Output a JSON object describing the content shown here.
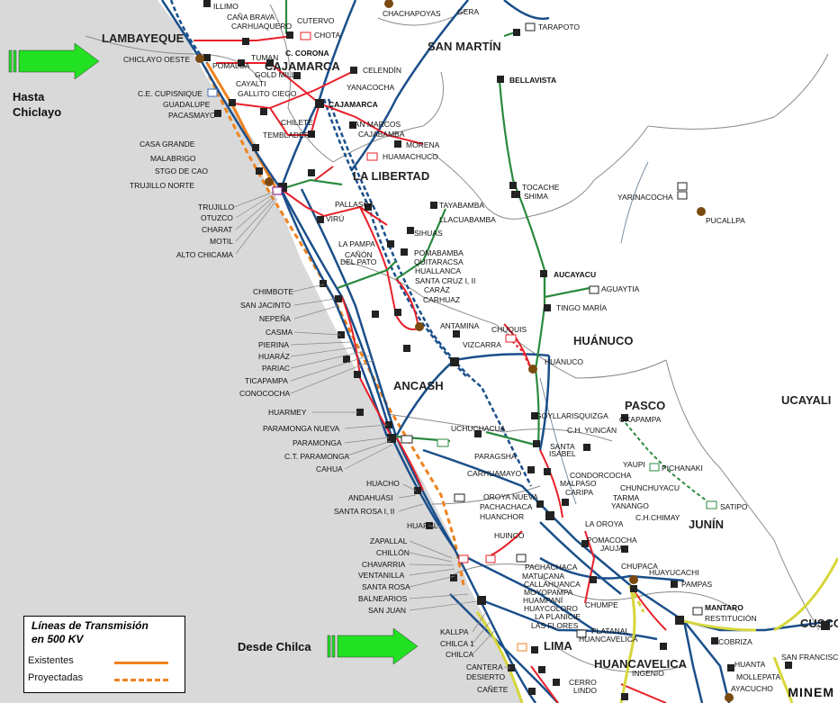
{
  "legend": {
    "title_line1": "Líneas de Transmisión",
    "title_line2": "en 500 KV",
    "existing": "Existentes",
    "projected": "Proyectadas"
  },
  "arrows": {
    "to_chiclayo_1": "Hasta",
    "to_chiclayo_2": "Chiclayo",
    "from_chilca": "Desde Chilca"
  },
  "credit": "MINEM",
  "colors": {
    "existing_500kv": "#f0821e",
    "line_blue": "#1a4f8a",
    "line_red": "#e8202a",
    "line_green": "#2b8a3e",
    "line_yellow": "#d6d63a",
    "arrow_green": "#22e022",
    "land": "#ffffff",
    "sea": "#d8d8d8"
  },
  "regions": [
    "LAMBAYEQUE",
    "CAJAMARCA",
    "SAN MARTÍN",
    "LA LIBERTAD",
    "HUÁNUCO",
    "ANCASH",
    "UCAYALI",
    "PASCO",
    "JUNÍN",
    "LIMA",
    "HUANCAVELICA",
    "CUSCO"
  ],
  "labels": {
    "illimo": "ILLIMO",
    "cana_brava": "CAÑA BRAVA",
    "carhuaquero": "CARHUAQUERO",
    "cutervo": "CUTERVO",
    "chota": "CHOTA",
    "chachapoyas": "CHACHAPOYAS",
    "gera": "GERA",
    "tarapoto": "TARAPOTO",
    "chiclayo_oeste": "CHICLAYO OESTE",
    "tuman": "TUMAN",
    "c_corona": "C. CORONA",
    "pomalca": "POMALCA",
    "cayalti": "CAYALTI",
    "gold_mill": "GOLD MILL",
    "celendin": "CELENDÍN",
    "bellavista": "BELLAVISTA",
    "ce_cupisnique": "C.E. CUPISNIQUE",
    "gallito_ciego": "GALLITO CIEGO",
    "yanacocha": "YANACOCHA",
    "guadalupe": "GUADALUPE",
    "cajamarca": "CAJAMARCA",
    "pacasmayo": "PACASMAYO",
    "chilete": "CHILETE",
    "san_marcos": "SAN MARCOS",
    "tembladera": "TEMBLADERA",
    "cajabamba": "CAJABAMBA",
    "casa_grande": "CASA GRANDE",
    "morena": "MORENA",
    "huamachuco": "HUAMACHUCO",
    "malabrigo": "MALABRIGO",
    "stgo_de_cao": "STGO DE CAO",
    "trujillo_norte": "TRUJILLO NORTE",
    "tocache": "TOCACHE",
    "shima": "SHIMA",
    "yarinacocha": "YARINACOCHA",
    "trujillo": "TRUJILLO",
    "otuzco": "OTUZCO",
    "charat": "CHARAT",
    "motil": "MOTIL",
    "alto_chicama": "ALTO CHICAMA",
    "pallasca": "PALLASCA",
    "viru": "VIRÚ",
    "tayabamba": "TAYABAMBA",
    "llacuabamba": "LLACUABAMBA",
    "pucallpa": "PUCALLPA",
    "sihuas": "SIHUAS",
    "la_pampa": "LA PAMPA",
    "canon_del_pato_1": "CAÑÓN",
    "canon_del_pato_2": "DEL PATO",
    "pomabamba": "POMABAMBA",
    "quitaracsa": "QUITARACSA",
    "huallanca": "HUALLANCA",
    "santa_cruz": "SANTA CRUZ I, II",
    "caraz": "CARÁZ",
    "carhuaz": "CARHUAZ",
    "aucayacu": "AUCAYACU",
    "aguaytia": "AGUAYTIA",
    "tingo_maria": "TINGO MARÍA",
    "chimbote": "CHIMBOTE",
    "san_jacinto": "SAN JACINTO",
    "nepena": "NEPEÑA",
    "casma": "CASMA",
    "pierina": "PIERINA",
    "huaraz": "HUARÁZ",
    "pariac": "PARIAC",
    "ticapampa": "TICAPAMPA",
    "conococha": "CONOCOCHA",
    "antamina": "ANTAMINA",
    "chuquis": "CHUQUIS",
    "vizcarra": "VIZCARRA",
    "huanuco": "HUÁNUCO",
    "huarmey": "HUARMEY",
    "paramonga_nueva": "PARAMONGA NUEVA",
    "paramonga": "PARAMONGA",
    "ct_paramonga": "C.T. PARAMONGA",
    "cahua": "CAHUA",
    "goyllarisquizga": "GOYLLARISQUIZGA",
    "oxapampa": "OXAPAMPA",
    "uchuchacua": "UCHUCHACUA",
    "ch_yuncan": "C.H. YUNCÁN",
    "santa_isabel_1": "SANTA",
    "santa_isabel_2": "ISABEL",
    "paragsha": "PARAGSHA",
    "yaupi": "YAUPI",
    "pichanaki": "PICHANAKI",
    "carhuamayo": "CARHUAMAYO",
    "condorcocha": "CONDORCOCHA",
    "malpaso": "MALPASO",
    "chunchuyacu": "CHUNCHUYACU",
    "caripa": "CARIPA",
    "tarma": "TARMA",
    "yanango": "YANANGO",
    "satipo": "SATIPO",
    "huacho": "HUACHO",
    "andahuasi": "ANDAHUÁSI",
    "santa_rosa_1": "SANTA ROSA I, II",
    "oroya_nueva": "OROYA NUEVA",
    "pachachaca": "PACHACHACA",
    "huanchor": "HUANCHOR",
    "la_oroya": "LA OROYA",
    "ch_chimay": "C.H.CHIMAY",
    "huaral": "HUARAL",
    "huinco": "HUINCO",
    "pomacocha": "POMACOCHA",
    "jauja": "JAUJA",
    "zapallal": "ZAPALLAL",
    "chillon": "CHILLÓN",
    "chavarria": "CHAVARRIA",
    "ventanilla": "VENTANILLA",
    "santa_rosa": "SANTA ROSA",
    "balnearios": "BALNEARIOS",
    "san_juan": "SAN JUAN",
    "pachacha2": "PACHACHACA",
    "matucana": "MATUCANA",
    "callahuanca": "CALLAHUANCA",
    "moyopampa": "MOYOPAMPA",
    "huampani": "HUAMPANÍ",
    "huaycoloro": "HUAYCOLORO",
    "la_planicie": "LA PLANICIE",
    "las_flores": "LAS FLORES",
    "chupaca": "CHUPACA",
    "huayucachi": "HUAYUCACHI",
    "pampas": "PAMPAS",
    "chumpe": "CHUMPE",
    "mantaro": "MANTARO",
    "restitucion": "RESTITUCIÓN",
    "kallpa": "KALLPA",
    "chilca1": "CHILCA 1",
    "chilca": "CHILCA",
    "platanal": "PLATANAL",
    "huancavelica_sub": "HUANCAVELICA",
    "cobriza": "COBRIZA",
    "cantera": "CANTERA",
    "desierto": "DESIERTO",
    "canete": "CAÑETE",
    "cerro": "CERRO",
    "lindo": "LINDO",
    "ingenio": "INGENIO",
    "huanta": "HUANTA",
    "mollepata": "MOLLEPATA",
    "ayacucho": "AYACUCHO",
    "san_francisco": "SAN FRANCISCO"
  }
}
